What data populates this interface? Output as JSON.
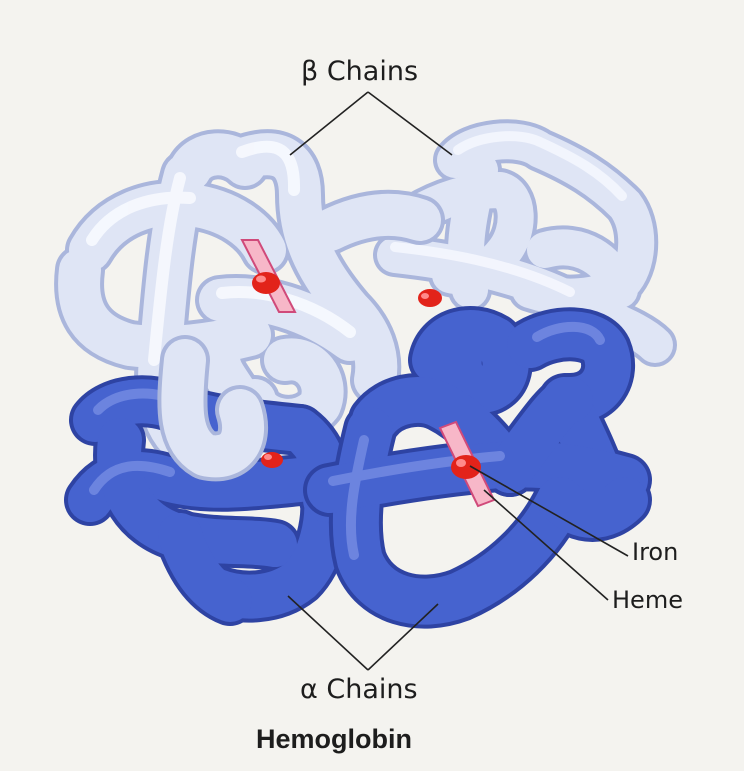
{
  "labels": {
    "beta_chains": "β Chains",
    "alpha_chains": "α Chains",
    "iron": "Iron",
    "heme": "Heme"
  },
  "title": "Hemoglobin",
  "colors": {
    "background": "#f4f3ef",
    "beta_chain": "#dfe5f5",
    "beta_chain_shade": "#aab6dc",
    "alpha_chain": "#4663cf",
    "alpha_chain_shade": "#2e43a3",
    "heme_plane": "#f7b7c8",
    "iron": "#e2231a",
    "leader_line": "#222222"
  }
}
